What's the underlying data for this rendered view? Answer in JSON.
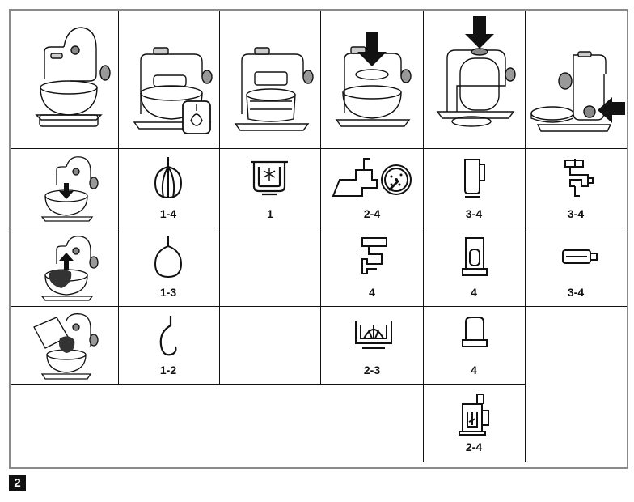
{
  "figure_number": "2",
  "speed_labels": {
    "whisk": "1-4",
    "frozen_dessert": "1",
    "mincer_disc": "2-4",
    "blender": "3-4",
    "meat_mincer": "3-4",
    "whisk_alt": "1-3",
    "mincer_body": "4",
    "mini_chopper": "4",
    "pasta_roller": "3-4",
    "kneading_hook": "1-2",
    "citrus_press": "2-3",
    "slicer": "4",
    "food_processor": "2-4"
  },
  "icons": [
    "machine-arm-up-icon",
    "machine-whisk-detail-icon",
    "machine-ice-bowl-icon",
    "machine-press-arm-icon",
    "machine-press-top-icon",
    "machine-side-press-icon",
    "bowl-insert-icon",
    "whisk-icon",
    "frozen-bowl-icon",
    "mincer-disc-icon",
    "blender-icon",
    "meat-mincer-icon",
    "bowl-remove-icon",
    "balloon-whisk-icon",
    "mincer-body-icon",
    "chopper-icon",
    "pasta-roller-icon",
    "bowl-pour-icon",
    "kneading-hook-icon",
    "citrus-press-icon",
    "slicer-icon",
    "food-processor-icon"
  ]
}
